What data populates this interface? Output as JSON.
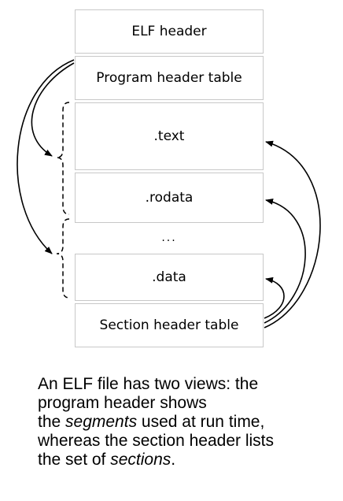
{
  "diagram": {
    "boxes": {
      "elf_header": "ELF header",
      "program_header_table": "Program header table",
      "text": ".text",
      "rodata": ".rodata",
      "ellipsis": "...",
      "data": ".data",
      "section_header_table": "Section header table"
    }
  },
  "caption": {
    "line1": "An ELF file has two views: the",
    "line2": "program header shows",
    "line3_pre": "the ",
    "line3_em": "segments",
    "line3_post": " used at run time,",
    "line4": "whereas the section header lists",
    "line5_pre": "the set of ",
    "line5_em": "sections",
    "line5_post": "."
  }
}
